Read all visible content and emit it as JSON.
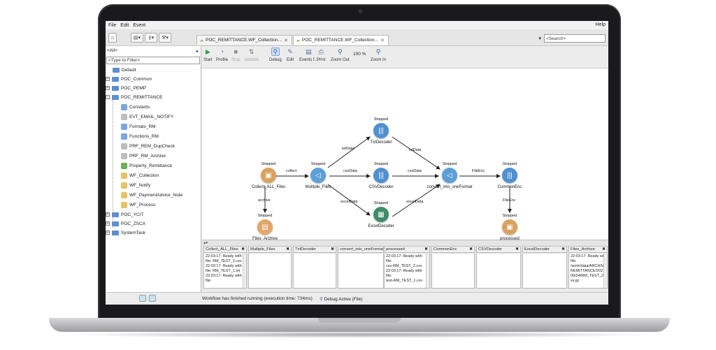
{
  "menu": {
    "file": "File",
    "edit": "Edit",
    "event": "Event",
    "help": "Help"
  },
  "tabs": [
    {
      "label": "POC_REMITTANCE.WF_Collection..."
    },
    {
      "label": "POC_REMITTANCE.WF_Collection..."
    }
  ],
  "search": {
    "placeholder": "<Search>"
  },
  "left": {
    "scope": "<All>",
    "filter_placeholder": "<Type to Filter>",
    "tree": [
      "Default",
      "POC_Common",
      "POC_PEMP",
      "POC_REMITTANCE",
      "Constants",
      "EVT_EMAIL_NOTIFY",
      "Formats_RM",
      "Functions_RM",
      "PRF_REM_DupCheck",
      "PRF_RM_Archive",
      "Property_Remittance",
      "WF_Collection",
      "WF_Notify",
      "WF_PaymentAdvice_Note",
      "WF_Process",
      "POC_YCIT",
      "POC_ZSCA",
      "SystemTask"
    ]
  },
  "toolbar": {
    "start": "Start",
    "profile": "Profile",
    "stop": "Stop",
    "validate": "Validate",
    "debug": "Debug",
    "edit": "Edit",
    "events": "Events f...",
    "print": "Print",
    "zoom_out": "Zoom Out",
    "zoom_pct": "100 %",
    "zoom_in": "Zoom In"
  },
  "workflow": {
    "status": "Stopped",
    "nodes": {
      "collect": "Collect_ALL_Files",
      "multiple": "Multiple_Files",
      "txt": "TxtDecoder",
      "csv": "CSVDecoder",
      "excel": "ExcelDecoder",
      "convert": "convert_into_oneFormat",
      "common": "CommonEnc",
      "archive": "Files_Archive",
      "processed": "processed"
    },
    "edges": {
      "collect": "collect",
      "archive": "archive",
      "txtData": "txtData",
      "csvData": "csvData",
      "excelData": "excelData",
      "fileEnc": "FileEnc"
    }
  },
  "panes": [
    {
      "title": "Collect_ALL_Files",
      "text": "22:03:17: Ready with\nfile: RM_TEST_2.csv\n22:03:17: Ready with\nfile: RM_TEST_1.txt\n22:03:17: Ready with\nfile:"
    },
    {
      "title": "Multiple_Files",
      "text": ""
    },
    {
      "title": "TxtDecoder",
      "text": ""
    },
    {
      "title": "convert_into_oneFormat",
      "text": ""
    },
    {
      "title": "processed",
      "text": "22:03:17: Ready with\nfile:\ncsv-RM_TEST_2.csv\n22:03:17: Ready with\nfile:\ntext-RM_TEST_1.csv"
    },
    {
      "title": "CommonEnc",
      "text": ""
    },
    {
      "title": "CSVDecoder",
      "text": ""
    },
    {
      "title": "ExcelDecoder",
      "text": ""
    },
    {
      "title": "Files_Archive",
      "text": "22:03:17: Ready with\nfile:\n/work/data/ARCHIVE/\nREMITTANCE/2021/\n09/24/RM_TEST_2.c\nsv.gz"
    }
  ],
  "status": {
    "message": "Workflow has finished running (execution time: 734ms)",
    "debug": "Debug Active (File)"
  },
  "colors": {
    "node_collect": "#d9a25e",
    "node_multiple": "#5d9fd6",
    "node_decoder": "#4f90d0",
    "node_excel": "#3f8b6a",
    "node_archive": "#e2a768",
    "node_processed": "#d9a25e"
  }
}
